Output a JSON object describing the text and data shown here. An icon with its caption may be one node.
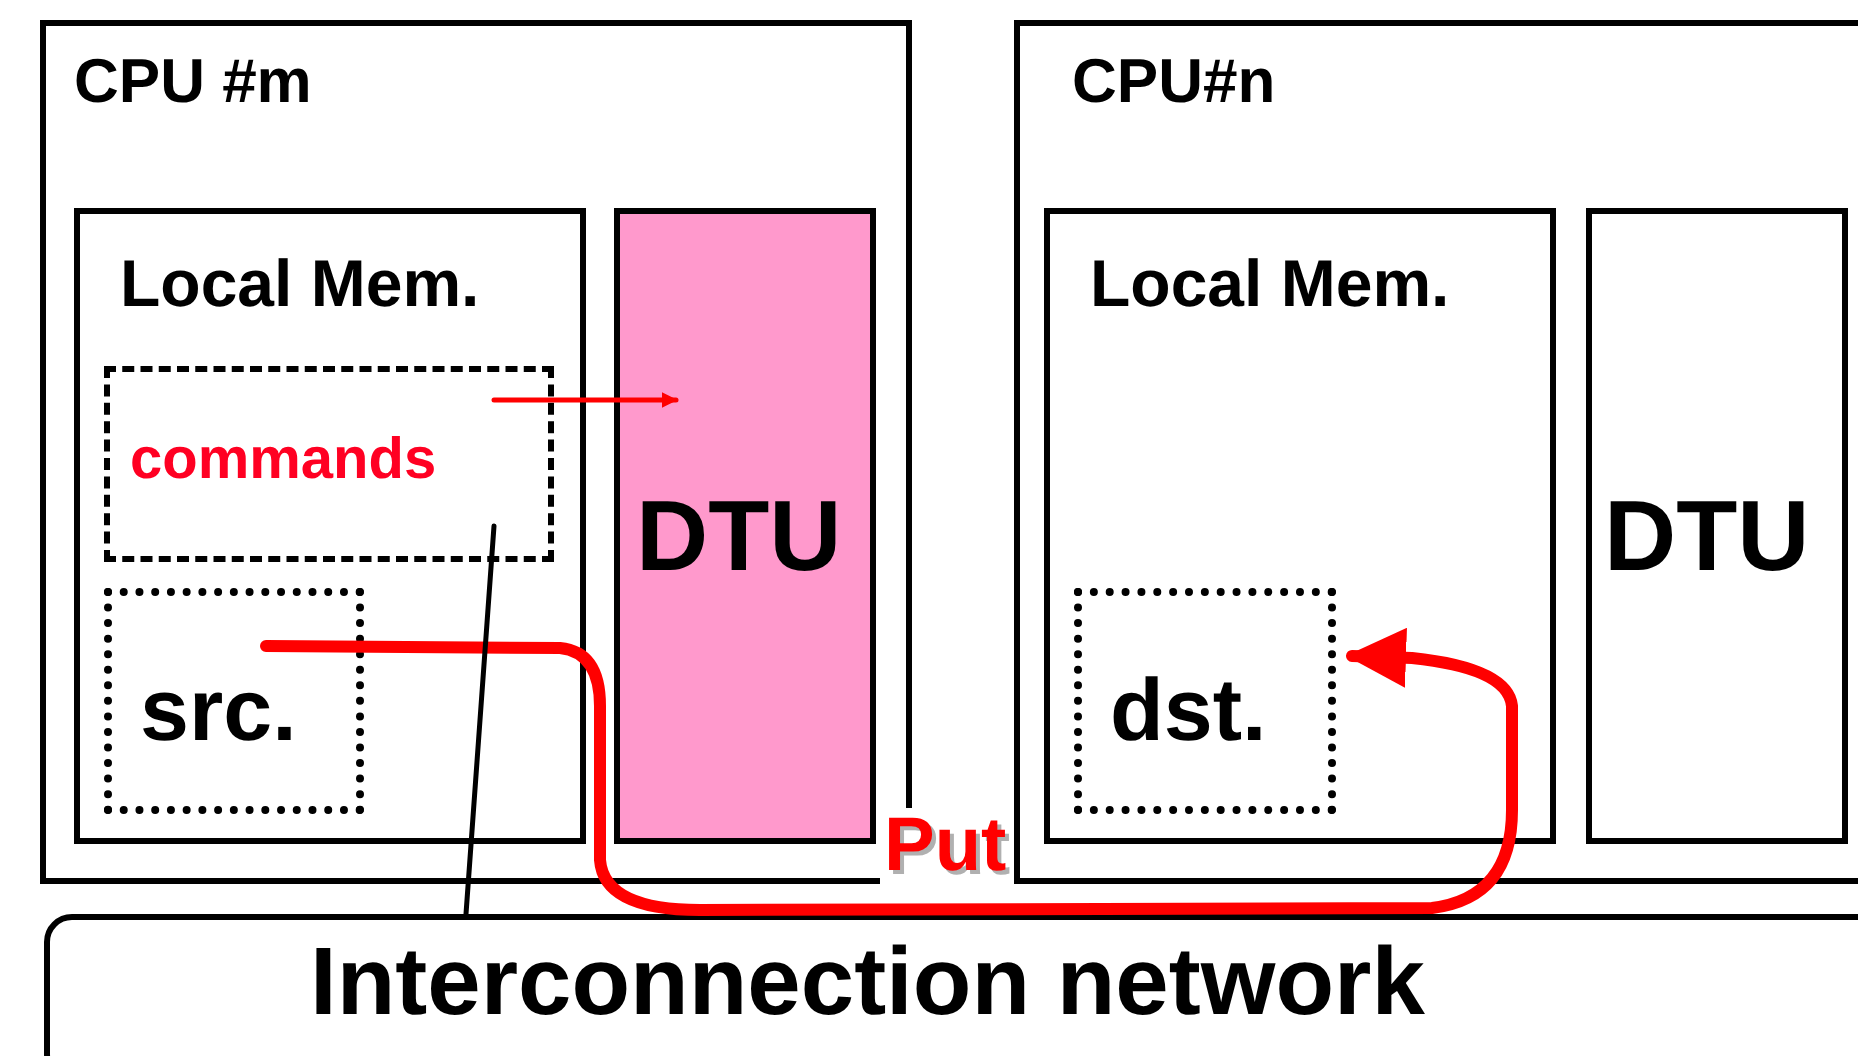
{
  "diagram": {
    "nodes": [
      {
        "text": [
          "CPU #m"
        ]
      },
      {
        "text": [
          "Local Mem."
        ],
        "in": 0
      },
      {
        "text": [
          "commands"
        ],
        "in": 1
      },
      {
        "text": [
          "src."
        ],
        "in": 1
      },
      {
        "text": [
          "DTU"
        ],
        "in": 0
      },
      {
        "text": [
          "CPU#n"
        ]
      },
      {
        "text": [
          "Local Mem."
        ],
        "in": 5
      },
      {
        "text": [
          "dst."
        ],
        "in": 6
      },
      {
        "text": [
          "DTU"
        ],
        "in": 5
      },
      {
        "text": [
          "Interconnection network"
        ]
      }
    ],
    "edges": [
      {
        "from": 2,
        "to": 4,
        "arrow": "to",
        "color": "#ff0000"
      },
      {
        "from": 3,
        "to": 7,
        "arrow": "to",
        "label": "Put",
        "style": "thick",
        "color": "#ff0000"
      },
      {
        "from": 2,
        "to": 9,
        "arrow": "none",
        "color": "#000000"
      }
    ]
  }
}
